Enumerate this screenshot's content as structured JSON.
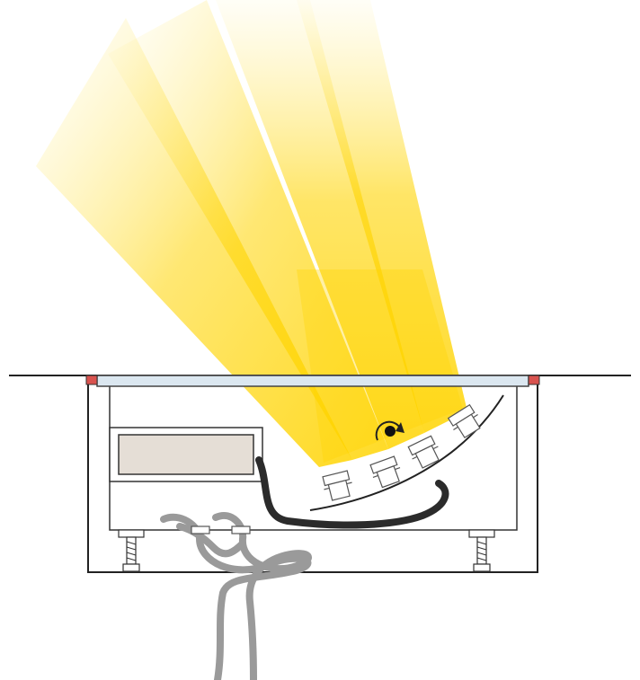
{
  "colors": {
    "background": "#ffffff",
    "beam": "#ffd400",
    "beam_soft": "#fff4a8",
    "outline": "#222222",
    "glass": "#dbe7f0",
    "seal": "#d9534f",
    "driver_box": "#e5ded6",
    "cable_dark": "#2b2b2b",
    "cable_grey": "#9a9a9a"
  },
  "elements": {
    "beams": "light-beams",
    "glass": "cover-glass",
    "housing": "recessed-housing",
    "driver": "driver-box",
    "pivot": "tilt-pivot-icon",
    "lamps": "lamp-array",
    "rail": "curved-rail",
    "feed_cable": "internal-cable",
    "supply_cables": "supply-cables",
    "levelling_screws": "levelling-screws"
  }
}
